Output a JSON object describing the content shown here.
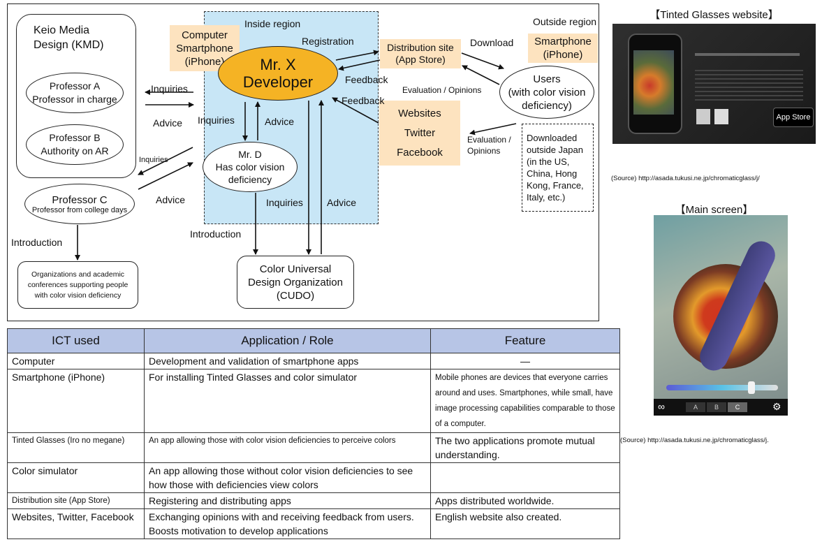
{
  "diagram": {
    "inside_region": "Inside region",
    "outside_region": "Outside region",
    "kmd": "Keio Media\nDesign (KMD)",
    "prof_a": "Professor A\nProfessor in charge",
    "prof_b": "Professor B\nAuthority on AR",
    "prof_c_name": "Professor C",
    "prof_c_desc": "Professor from college days",
    "computer_smartphone": "Computer\nSmartphone\n(iPhone)",
    "mr_x": "Mr. X\nDeveloper",
    "mr_d": "Mr. D\nHas color vision\ndeficiency",
    "distribution": "Distribution site\n(App Store)",
    "smartphone_out": "Smartphone\n(iPhone)",
    "users": "Users\n(with color vision\ndeficiency)",
    "social": "Websites\nTwitter\nFacebook",
    "downloaded": "Downloaded\noutside Japan\n(in the US,\nChina, Hong\nKong, France,\nItaly, etc.)",
    "organizations": "Organizations and academic\nconferences supporting people\nwith color vision deficiency",
    "cudo": "Color Universal\nDesign Organization\n(CUDO)",
    "labels": {
      "registration": "Registration",
      "download": "Download",
      "feedback1": "Feedback",
      "feedback2": "Feedback",
      "eval1": "Evaluation / Opinions",
      "eval2": "Evaluation /\nOpinions",
      "inquiries_a": "Inquiries",
      "advice_a": "Advice",
      "inquiries_d": "Inquiries",
      "advice_d": "Advice",
      "inquiries_c": "Inquiries",
      "advice_c": "Advice",
      "inquiries_cudo": "Inquiries",
      "advice_cudo": "Advice",
      "introduction1": "Introduction",
      "introduction2": "Introduction"
    }
  },
  "table": {
    "headers": [
      "ICT used",
      "Application / Role",
      "Feature"
    ],
    "rows": [
      {
        "ict": "Computer",
        "role": "Development and validation of smartphone apps",
        "feature": "—"
      },
      {
        "ict": "Smartphone (iPhone)",
        "role": "For installing Tinted Glasses and color simulator",
        "feature": "Mobile phones are devices that everyone carries around and uses. Smartphones, while small, have image processing capabilities comparable to those of a computer."
      },
      {
        "ict": "Tinted Glasses (Iro no megane)",
        "role": "An app allowing those with color vision deficiencies to perceive colors",
        "feature": "The two applications promote mutual understanding."
      },
      {
        "ict": "Color simulator",
        "role": "An app allowing those without color vision deficiencies to see how those with deficiencies view colors",
        "feature": ""
      },
      {
        "ict": "Distribution site (App Store)",
        "role": "Registering and distributing apps",
        "feature": "Apps distributed worldwide."
      },
      {
        "ict": "Websites, Twitter, Facebook",
        "role": "Exchanging opinions with and receiving feedback from users. Boosts motivation to develop applications",
        "feature": "English website also created."
      }
    ]
  },
  "right_panel": {
    "website_title": "【Tinted Glasses website】",
    "website_source": "(Source) http://asada.tukusi.ne.jp/chromaticglass/j/",
    "app_store_label": "App Store",
    "main_screen_title": "【Main screen】",
    "main_screen_source": "(Source) http://asada.tukusi.ne.jp/chromaticglass/j.",
    "segments": [
      "A",
      "B",
      "C"
    ]
  },
  "colors": {
    "region": "#c8e6f6",
    "highlight": "#fde3bf",
    "developer": "#f5b324",
    "table_header": "#b7c5e6"
  }
}
